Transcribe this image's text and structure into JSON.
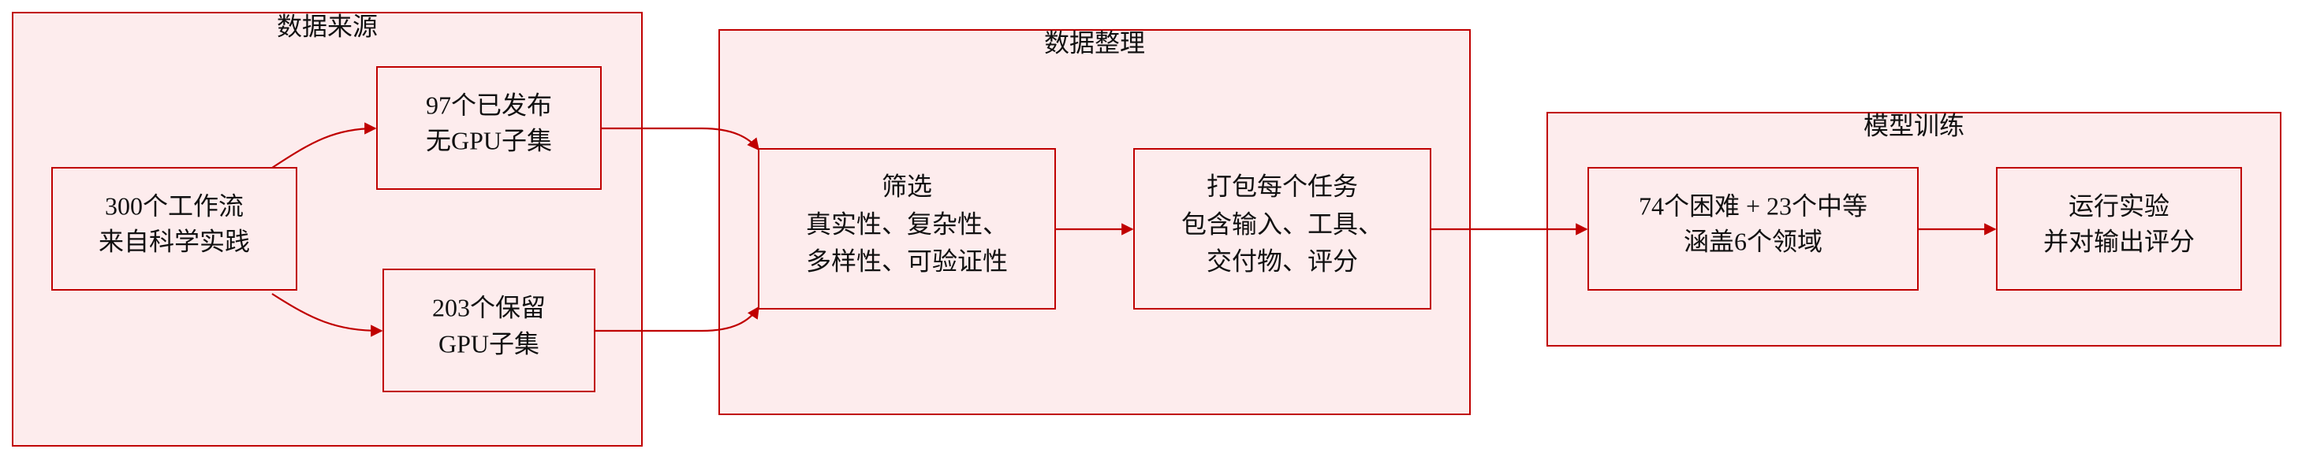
{
  "clusters": {
    "source": {
      "title": "数据来源"
    },
    "curation": {
      "title": "数据整理"
    },
    "training": {
      "title": "模型训练"
    }
  },
  "nodes": {
    "workflows": {
      "lines": [
        "300个工作流",
        "来自科学实践"
      ]
    },
    "published": {
      "lines": [
        "97个已发布",
        "无GPU子集"
      ]
    },
    "heldout": {
      "lines": [
        "203个保留",
        "GPU子集"
      ]
    },
    "filter": {
      "lines": [
        "筛选",
        "真实性、复杂性、",
        "多样性、可验证性"
      ]
    },
    "package": {
      "lines": [
        "打包每个任务",
        "包含输入、工具、",
        "交付物、评分"
      ]
    },
    "split": {
      "lines": [
        "74个困难 + 23个中等",
        "涵盖6个领域"
      ]
    },
    "run": {
      "lines": [
        "运行实验",
        "并对输出评分"
      ]
    }
  },
  "colors": {
    "stroke": "#c00000",
    "fill": "#fdeced",
    "text": "#111111"
  }
}
